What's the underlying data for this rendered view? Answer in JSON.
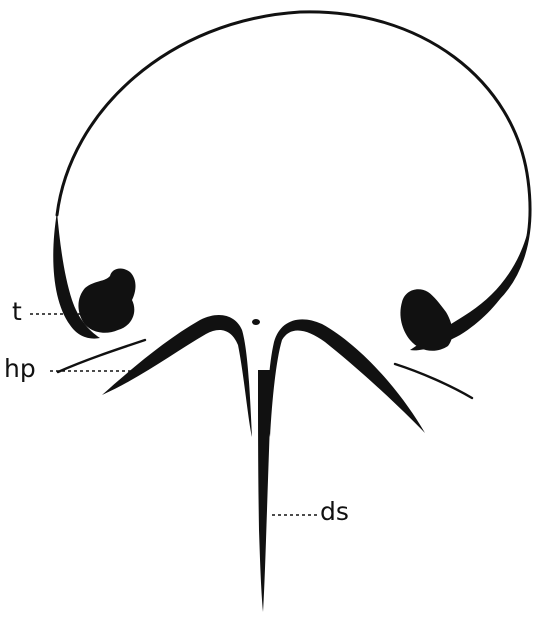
{
  "labels": {
    "t": "t",
    "hp": "hp",
    "ds": "ds"
  },
  "colors": {
    "ink": "#111111",
    "background": "#ffffff"
  }
}
